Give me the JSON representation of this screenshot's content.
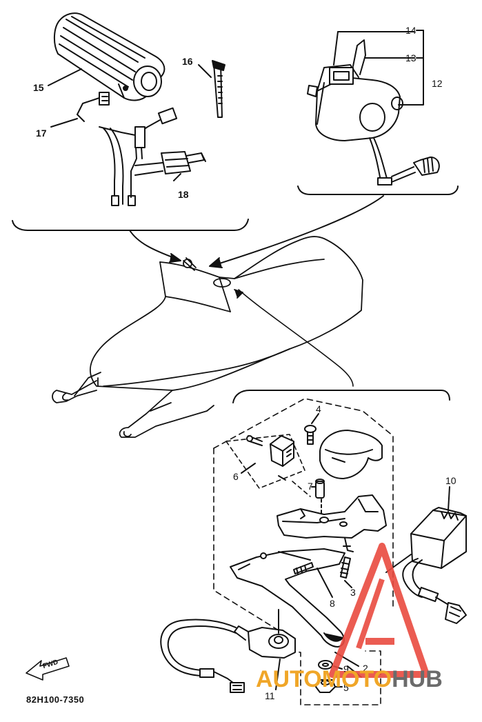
{
  "diagram": {
    "part_code": "82H100-7350",
    "fwd_label": "FWD",
    "callouts": [
      {
        "id": "c1",
        "text": "15"
      },
      {
        "id": "c2",
        "text": "16"
      },
      {
        "id": "c3",
        "text": "17"
      },
      {
        "id": "c4",
        "text": "18"
      },
      {
        "id": "c5",
        "text": "14"
      },
      {
        "id": "c6",
        "text": "13"
      },
      {
        "id": "c7",
        "text": "12"
      },
      {
        "id": "c8",
        "text": "4"
      },
      {
        "id": "c9",
        "text": "6"
      },
      {
        "id": "c10",
        "text": "7"
      },
      {
        "id": "c11",
        "text": "10"
      },
      {
        "id": "c12",
        "text": "3"
      },
      {
        "id": "c13",
        "text": "8"
      },
      {
        "id": "c14",
        "text": "2"
      },
      {
        "id": "c15",
        "text": "9"
      },
      {
        "id": "c16",
        "text": "5"
      },
      {
        "id": "c17",
        "text": "11"
      }
    ]
  },
  "watermark": {
    "part1": "AUTO",
    "part2": "MOTO",
    "part3": "HUB",
    "colors": {
      "logo_red": "#e94a3f",
      "text_orange": "#f0a628",
      "text_gray": "#6b6b6b"
    }
  }
}
